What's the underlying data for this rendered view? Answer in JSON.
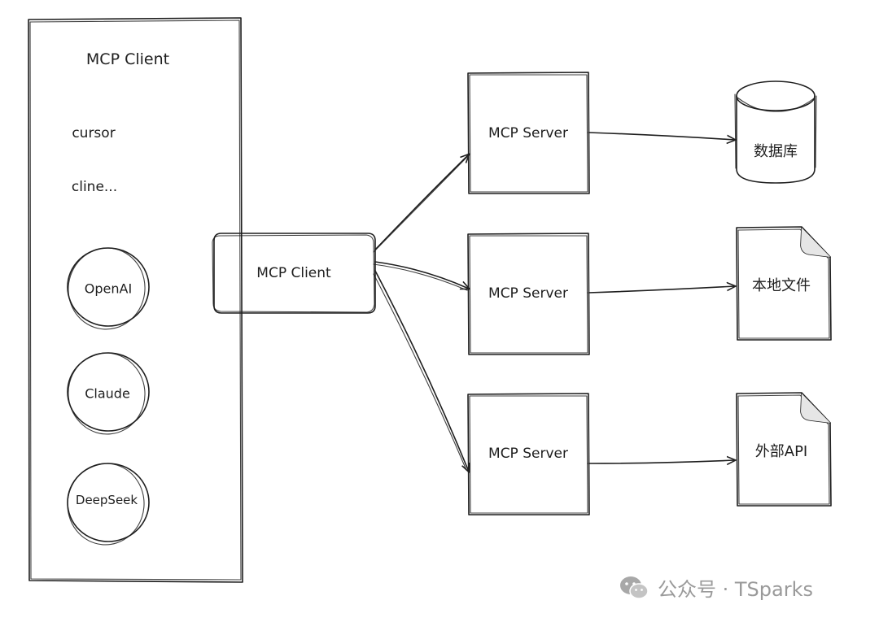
{
  "left_panel": {
    "title": "MCP Client",
    "apps": [
      "cursor",
      "cline..."
    ],
    "models": [
      "OpenAI",
      "Claude",
      "DeepSeek"
    ]
  },
  "client_box": {
    "label": "MCP Client"
  },
  "servers": [
    {
      "label": "MCP Server"
    },
    {
      "label": "MCP Server"
    },
    {
      "label": "MCP Server"
    }
  ],
  "resources": [
    {
      "label": "数据库",
      "icon": "database-icon"
    },
    {
      "label": "本地文件",
      "icon": "file-icon"
    },
    {
      "label": "外部API",
      "icon": "file-icon"
    }
  ],
  "watermark": {
    "text": "公众号 · TSparks",
    "icon": "wechat-icon"
  }
}
